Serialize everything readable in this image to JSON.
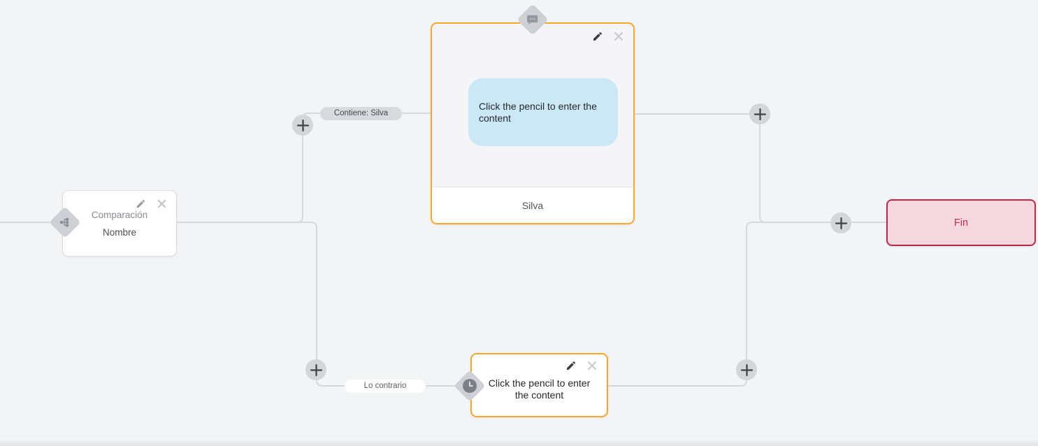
{
  "colors": {
    "canvas_bg": "#f3f4f6",
    "connector": "#d7d8dc",
    "accent_orange": "#f9a62a",
    "bubble_blue": "#cbe8f7",
    "end_bg": "#f4d8de",
    "end_border": "#bd2746",
    "end_text": "#c52b50",
    "port_gray": "#ced0d5",
    "plus_gray": "#d4d6da"
  },
  "nodes": {
    "condition": {
      "title": "Comparación",
      "subtitle": "Nombre",
      "icon": "branch-icon"
    },
    "message": {
      "bubble_text": "Click the pencil to enter the content",
      "footer_label": "Silva",
      "icon": "message-icon"
    },
    "fallback": {
      "text": "Click the pencil to enter the content",
      "icon": "clock-icon"
    },
    "end": {
      "label": "Fin"
    }
  },
  "edge_labels": {
    "match": "Contiene: Silva",
    "else": "Lo contrario"
  }
}
